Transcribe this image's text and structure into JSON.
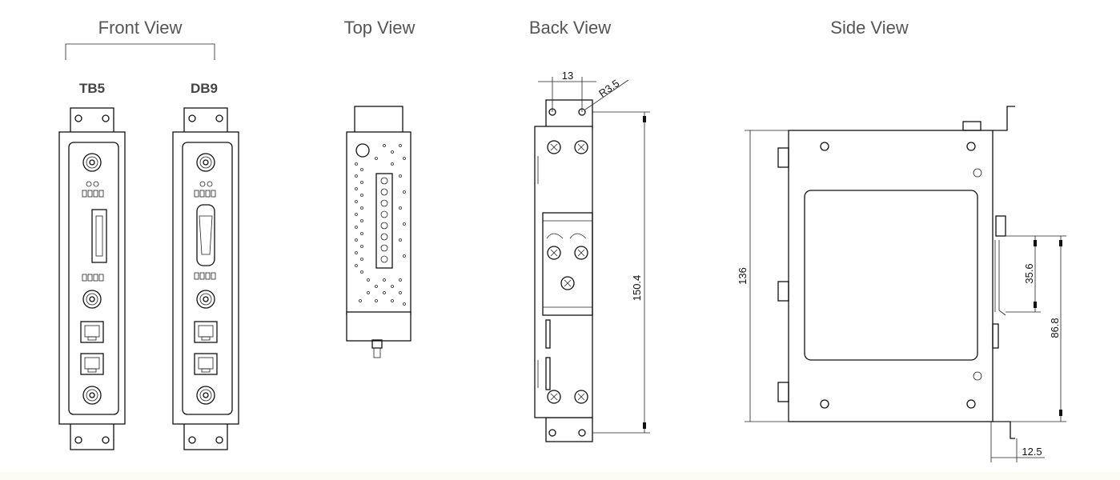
{
  "views": {
    "front": {
      "title": "Front View",
      "variants": [
        "TB5",
        "DB9"
      ]
    },
    "top": {
      "title": "Top View"
    },
    "back": {
      "title": "Back View"
    },
    "side": {
      "title": "Side View"
    }
  },
  "dimensions": {
    "hole_spacing": "13",
    "hole_radius": "R3.5",
    "back_height": "150.4",
    "side_height": "136",
    "rail_width": "35.6",
    "rail_to_bottom": "86.8",
    "tab_depth": "12.5"
  },
  "colors": {
    "line": "#111111",
    "title": "#555555"
  }
}
